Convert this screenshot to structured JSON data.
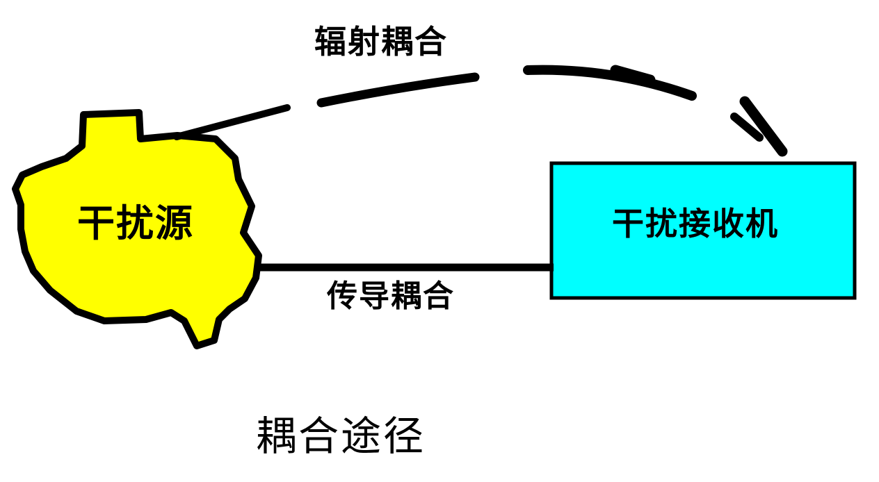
{
  "diagram": {
    "caption": "耦合途径",
    "source_label": "干扰源",
    "receiver_label": "干扰接收机",
    "radiation_label": "辐射耦合",
    "conduction_label": "传导耦合"
  },
  "colors": {
    "background": "#ffffff",
    "source_fill": "#ffff00",
    "receiver_fill": "#00ffff",
    "stroke": "#000000",
    "text": "#000000"
  }
}
